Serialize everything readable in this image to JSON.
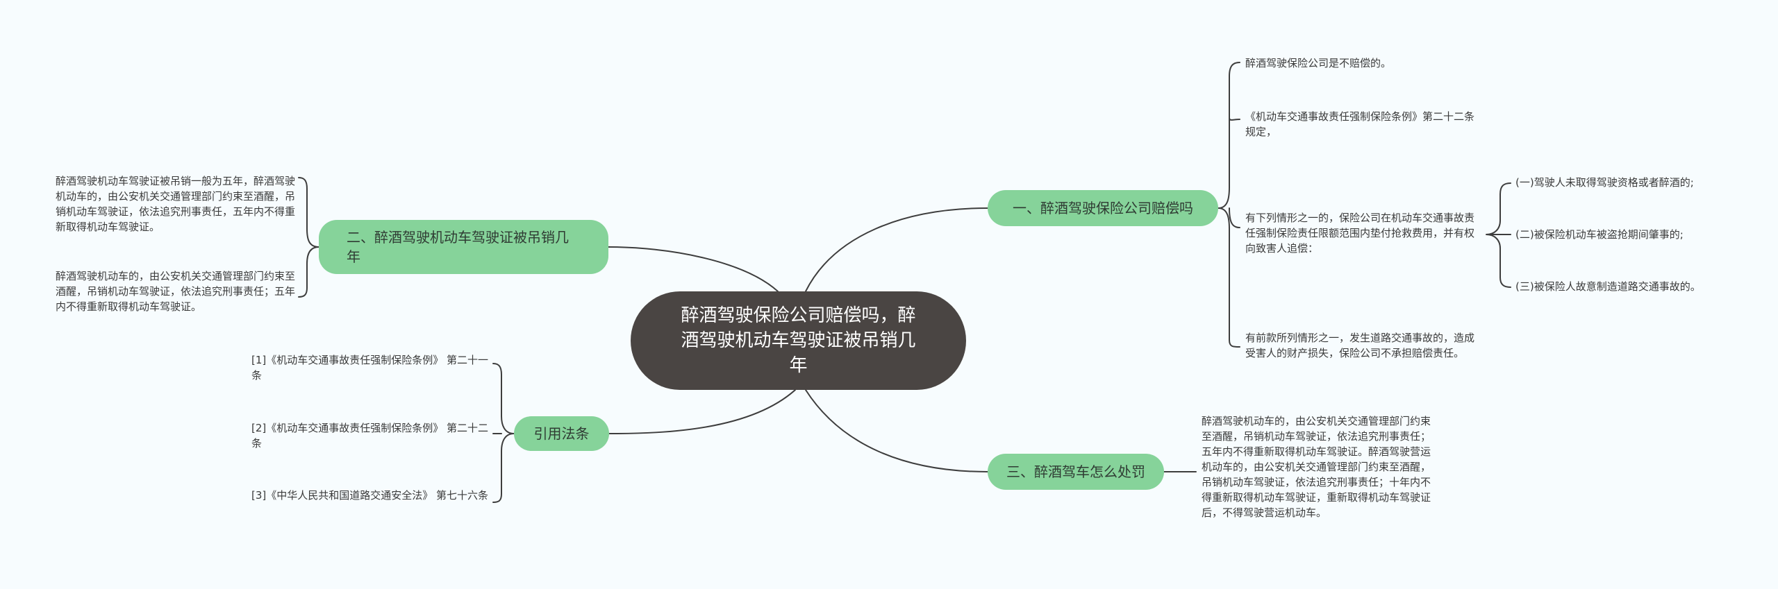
{
  "root": {
    "label": "醉酒驾驶保险公司赔偿吗，醉酒驾驶机动车驾驶证被吊销几年"
  },
  "branches": [
    {
      "label": "一、醉酒驾驶保险公司赔偿吗",
      "leaves": [
        "醉酒驾驶保险公司是不赔偿的。",
        "《机动车交通事故责任强制保险条例》第二十二条规定，",
        "有下列情形之一的，保险公司在机动车交通事故责任强制保险责任限额范围内垫付抢救费用，并有权向致害人追偿：",
        "有前款所列情形之一，发生道路交通事故的，造成受害人的财产损失，保险公司不承担赔偿责任。"
      ],
      "subleaves": [
        "(一)驾驶人未取得驾驶资格或者醉酒的;",
        "(二)被保险机动车被盗抢期间肇事的;",
        "(三)被保险人故意制造道路交通事故的。"
      ]
    },
    {
      "label": "二、醉酒驾驶机动车驾驶证被吊销几年",
      "leaves": [
        "醉酒驾驶机动车驾驶证被吊销一般为五年，醉酒驾驶机动车的，由公安机关交通管理部门约束至酒醒，吊销机动车驾驶证，依法追究刑事责任，五年内不得重新取得机动车驾驶证。",
        "醉酒驾驶机动车的，由公安机关交通管理部门约束至酒醒，吊销机动车驾驶证，依法追究刑事责任；五年内不得重新取得机动车驾驶证。"
      ]
    },
    {
      "label": "引用法条",
      "leaves": [
        "[1]《机动车交通事故责任强制保险条例》 第二十一条",
        "[2]《机动车交通事故责任强制保险条例》 第二十二条",
        "[3]《中华人民共和国道路交通安全法》 第七十六条"
      ]
    },
    {
      "label": "三、醉酒驾车怎么处罚",
      "leaves": [
        "醉酒驾驶机动车的，由公安机关交通管理部门约束至酒醒，吊销机动车驾驶证，依法追究刑事责任；五年内不得重新取得机动车驾驶证。醉酒驾驶营运机动车的，由公安机关交通管理部门约束至酒醒，吊销机动车驾驶证，依法追究刑事责任；十年内不得重新取得机动车驾驶证，重新取得机动车驾驶证后，不得驾驶营运机动车。"
      ]
    }
  ]
}
